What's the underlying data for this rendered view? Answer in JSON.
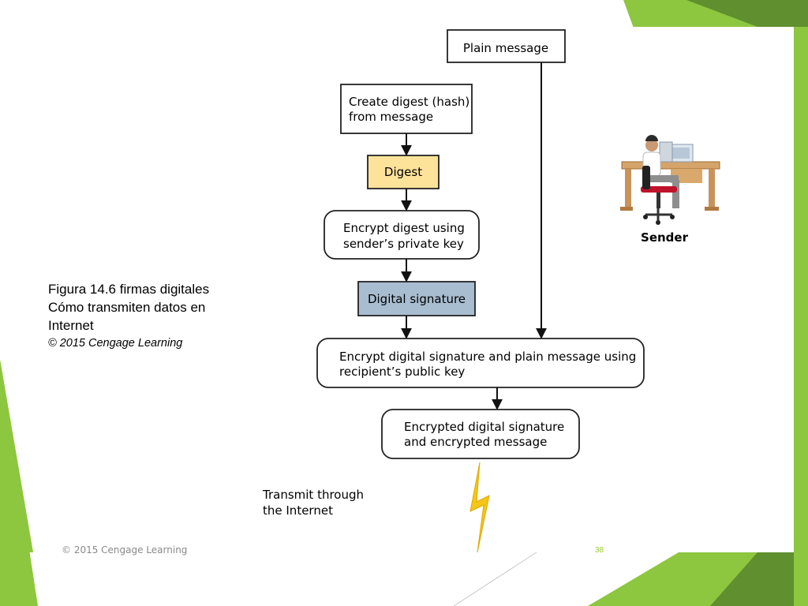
{
  "caption": {
    "line1": "Figura 14.6 firmas digitales",
    "line2": "Cómo transmiten datos en",
    "line3": "Internet",
    "credit": "© 2015 Cengage Learning"
  },
  "diagram": {
    "plain_message": "Plain message",
    "create_digest": [
      "Create digest (hash)",
      "from message"
    ],
    "digest": "Digest",
    "encrypt_digest": [
      "Encrypt digest using",
      "sender’s private key"
    ],
    "digital_signature": "Digital signature",
    "encrypt_both": [
      "Encrypt digital signature and plain message using",
      "recipient’s public key"
    ],
    "encrypted_output": [
      "Encrypted digital signature",
      "and encrypted message"
    ],
    "transmit": [
      "Transmit through",
      "the Internet"
    ],
    "sender_label": "Sender"
  },
  "footer": {
    "copyright": "© 2015 Cengage Learning",
    "slide_number": "38"
  },
  "colors": {
    "accent_green": "#8dc63f",
    "dark_green": "#5a8a2a",
    "digest_fill": "#fde29a",
    "signature_fill": "#a9bdd0",
    "lightning": "#f5c518"
  }
}
